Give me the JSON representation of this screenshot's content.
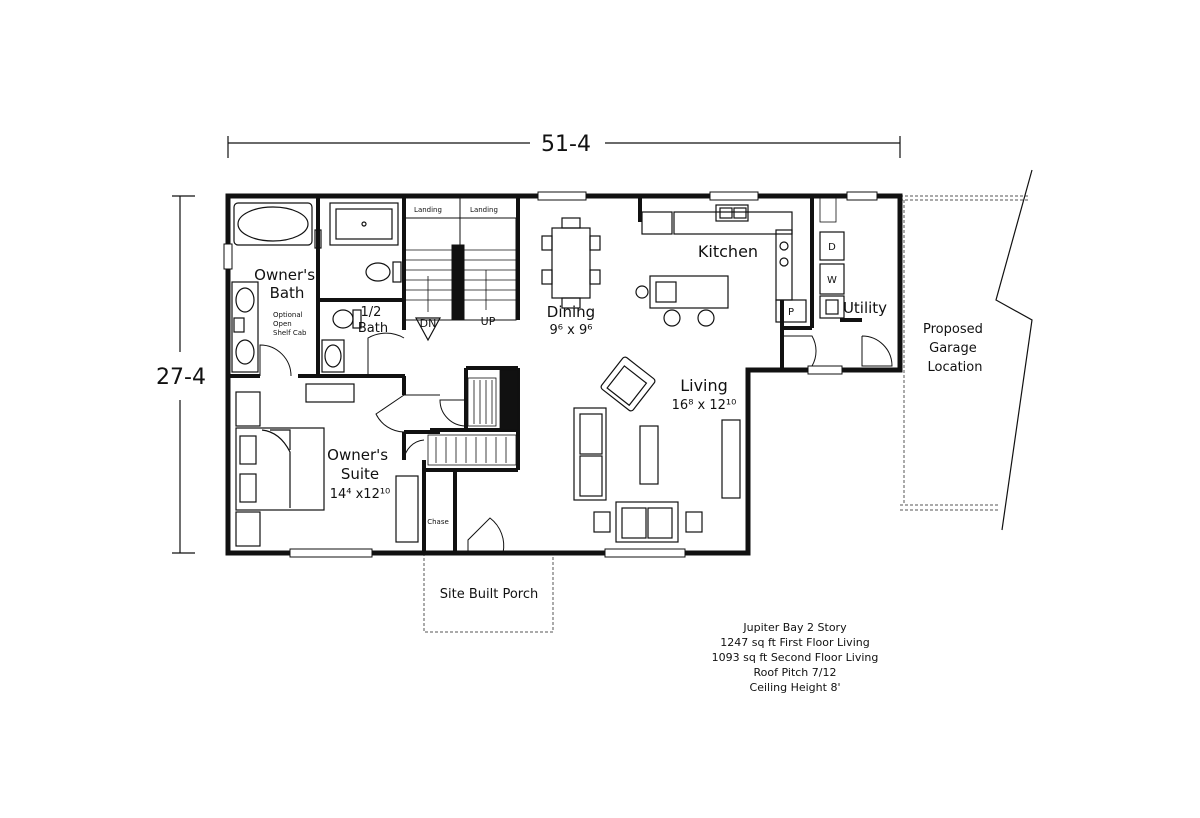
{
  "dimensions": {
    "width": "51-4",
    "depth": "27-4"
  },
  "rooms": {
    "owners_bath": [
      "Owner's",
      "Bath"
    ],
    "optional_cab": [
      "Optional",
      "Open",
      "Shelf Cab"
    ],
    "half_bath": [
      "1/2",
      "Bath"
    ],
    "landing_1": "Landing",
    "landing_2": "Landing",
    "down": "DN",
    "up": "UP",
    "dining": "Dining",
    "dining_size": "9⁶ x 9⁶",
    "kitchen": "Kitchen",
    "living": "Living",
    "living_size": "16⁸ x 12¹⁰",
    "owners_suite": [
      "Owner's",
      "Suite"
    ],
    "owners_suite_size": "14⁴ x12¹⁰",
    "utility": "Utility",
    "dryer": "D",
    "washer": "W",
    "pantry": "P",
    "chase": "Chase",
    "porch": "Site Built Porch",
    "garage": [
      "Proposed",
      "Garage",
      "Location"
    ]
  },
  "info": [
    "Jupiter Bay 2 Story",
    "1247 sq ft First Floor Living",
    "1093 sq ft Second Floor Living",
    "Roof Pitch 7/12",
    "Ceiling Height 8'"
  ]
}
